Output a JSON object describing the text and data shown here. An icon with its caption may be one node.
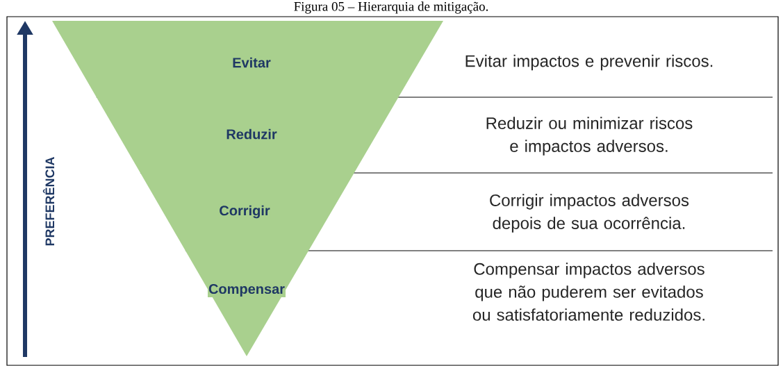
{
  "diagram": {
    "title": "Figura 05 – Hierarquia de mitigação.",
    "nodes": [
      {
        "text": [
          "Evitar"
        ]
      },
      {
        "text": [
          "Reduzir"
        ]
      },
      {
        "text": [
          "Corrigir"
        ]
      },
      {
        "text": [
          "Compensar"
        ]
      }
    ],
    "labels": [
      "Evitar impactos e prevenir riscos.",
      "Reduzir ou minimizar riscos e impactos adversos.",
      "Corrigir impactos adversos depois de sua ocorrência.",
      "Compensar impactos adversos que não puderem ser evitados ou satisfatoriamente reduzidos.",
      "PREFERÊNCIA"
    ]
  }
}
